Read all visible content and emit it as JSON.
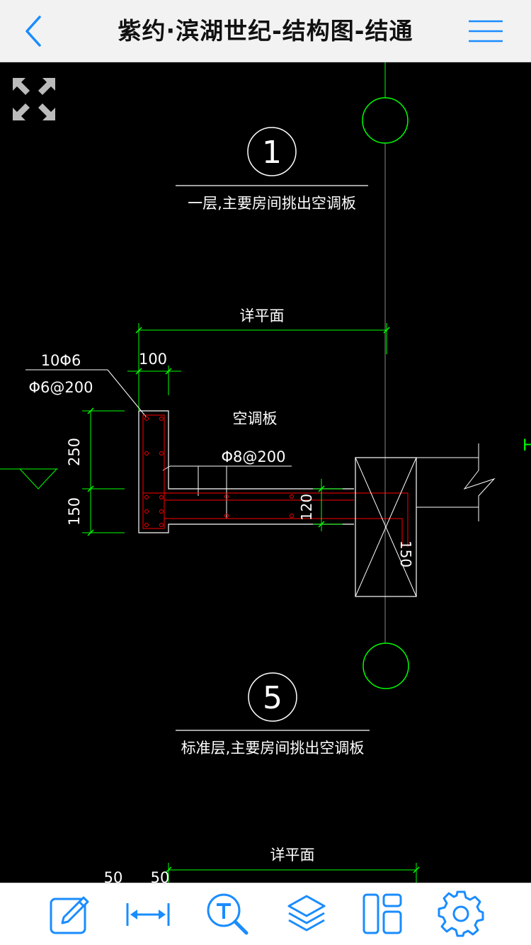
{
  "header": {
    "title": "紫约·滨湖世纪-结构图-结通",
    "back_icon": "chevron-left-icon",
    "menu_icon": "hamburger-menu-icon"
  },
  "colors": {
    "accent": "#1a8cff",
    "header_bg": "#f2f2f2",
    "canvas_bg": "#000000",
    "cad_white": "#ffffff",
    "cad_green": "#00ff00",
    "cad_red": "#ff0000"
  },
  "drawing": {
    "section1_number": "1",
    "section1_title": "一层,主要房间挑出空调板",
    "dim_top_label": "详平面",
    "dim_100": "100",
    "rebar_10phi6": "10Φ6",
    "rebar_phi6_200": "Φ6@200",
    "slab_label": "空调板",
    "rebar_phi8_200": "Φ8@200",
    "dim_250": "250",
    "dim_150_left": "150",
    "dim_120": "120",
    "dim_150_right": "150",
    "right_edge_label": "H",
    "section5_number": "5",
    "section5_title": "标准层,主要房间挑出空调板",
    "dim_bottom_label": "详平面",
    "dim_50a": "50",
    "dim_50b": "50"
  },
  "toolbar": {
    "items": [
      {
        "name": "annotate",
        "icon": "edit-pencil-icon"
      },
      {
        "name": "measure",
        "icon": "measure-distance-icon"
      },
      {
        "name": "text-search",
        "icon": "text-search-icon"
      },
      {
        "name": "layers",
        "icon": "layers-icon"
      },
      {
        "name": "layout",
        "icon": "layout-panel-icon"
      },
      {
        "name": "settings",
        "icon": "gear-icon"
      }
    ]
  }
}
